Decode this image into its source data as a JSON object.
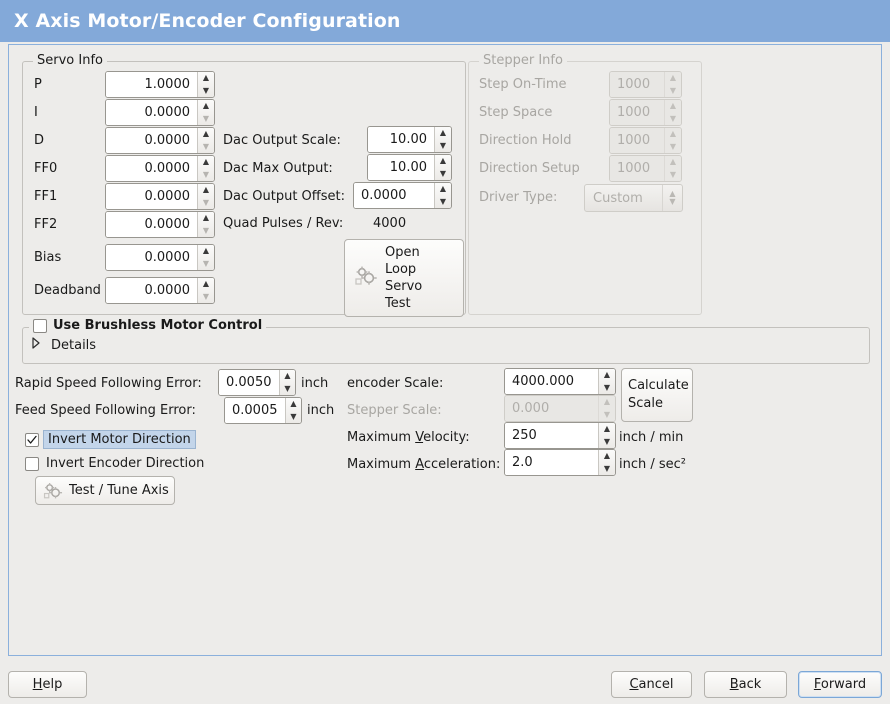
{
  "window": {
    "title": "X Axis Motor/Encoder Configuration",
    "title_bar_color": "#83a9d9",
    "background_color": "#edecea",
    "panel_border_color": "#8bb0dc"
  },
  "servo_info": {
    "frame_title": "Servo Info",
    "enabled": true,
    "fields": [
      {
        "label": "P",
        "value": "1.0000",
        "up_enabled": true,
        "down_enabled": true
      },
      {
        "label": "I",
        "value": "0.0000",
        "up_enabled": true,
        "down_enabled": false
      },
      {
        "label": "D",
        "value": "0.0000",
        "up_enabled": true,
        "down_enabled": false
      },
      {
        "label": "FF0",
        "value": "0.0000",
        "up_enabled": true,
        "down_enabled": false
      },
      {
        "label": "FF1",
        "value": "0.0000",
        "up_enabled": true,
        "down_enabled": false
      },
      {
        "label": "FF2",
        "value": "0.0000",
        "up_enabled": true,
        "down_enabled": false
      },
      {
        "label": "Bias",
        "value": "0.0000",
        "up_enabled": true,
        "down_enabled": false
      },
      {
        "label": "Deadband",
        "value": "0.0000",
        "up_enabled": true,
        "down_enabled": false
      }
    ],
    "dac": [
      {
        "label": "Dac Output Scale:",
        "value": "10.00"
      },
      {
        "label": "Dac Max Output:",
        "value": "10.00"
      },
      {
        "label": "Dac Output Offset:",
        "value": "0.0000"
      }
    ],
    "quad_pulses_label": "Quad Pulses / Rev:",
    "quad_pulses_value": "4000",
    "open_loop_button": {
      "lines": [
        "Open",
        "Loop",
        "Servo",
        "Test"
      ],
      "icon": "gears-icon"
    }
  },
  "stepper_info": {
    "frame_title": "Stepper Info",
    "enabled": false,
    "fields": [
      {
        "label": "Step On-Time",
        "value": "1000"
      },
      {
        "label": "Step Space",
        "value": "1000"
      },
      {
        "label": "Direction Hold",
        "value": "1000"
      },
      {
        "label": "Direction Setup",
        "value": "1000"
      }
    ],
    "driver_type": {
      "label": "Driver Type:",
      "value": "Custom"
    }
  },
  "brushless": {
    "checkbox_label": "Use Brushless Motor Control",
    "checked": false,
    "details_label": "Details",
    "details_expanded": false
  },
  "following_error": {
    "rapid": {
      "label": "Rapid Speed Following Error:",
      "value": "0.0050",
      "unit": "inch"
    },
    "feed": {
      "label": "Feed Speed Following Error:",
      "value": "0.0005",
      "unit": "inch"
    }
  },
  "invert": {
    "motor": {
      "label": "Invert Motor Direction",
      "checked": true,
      "focused": true
    },
    "encoder": {
      "label": "Invert Encoder Direction",
      "checked": false,
      "focused": false
    }
  },
  "test_tune_button": {
    "label": "Test / Tune Axis",
    "icon": "gears-icon"
  },
  "scale": {
    "encoder": {
      "label": "encoder Scale:",
      "value": "4000.000",
      "enabled": true
    },
    "stepper": {
      "label": "Stepper Scale:",
      "value": "0.000",
      "enabled": false
    },
    "max_velocity": {
      "label": "Maximum Velocity:",
      "accel_key": "V",
      "value": "250",
      "unit": "inch / min"
    },
    "max_acceleration": {
      "label": "Maximum Acceleration:",
      "accel_key": "A",
      "value": "2.0",
      "unit": "inch / sec²"
    },
    "calculate_button": {
      "lines": [
        "Calculate",
        "Scale"
      ]
    }
  },
  "bottom_bar": {
    "help": {
      "label": "Help",
      "mnemonic": "H",
      "focused": false
    },
    "cancel": {
      "label": "Cancel",
      "mnemonic": "C",
      "focused": false
    },
    "back": {
      "label": "Back",
      "mnemonic": "B",
      "focused": false
    },
    "forward": {
      "label": "Forward",
      "mnemonic": "F",
      "focused": true
    }
  }
}
